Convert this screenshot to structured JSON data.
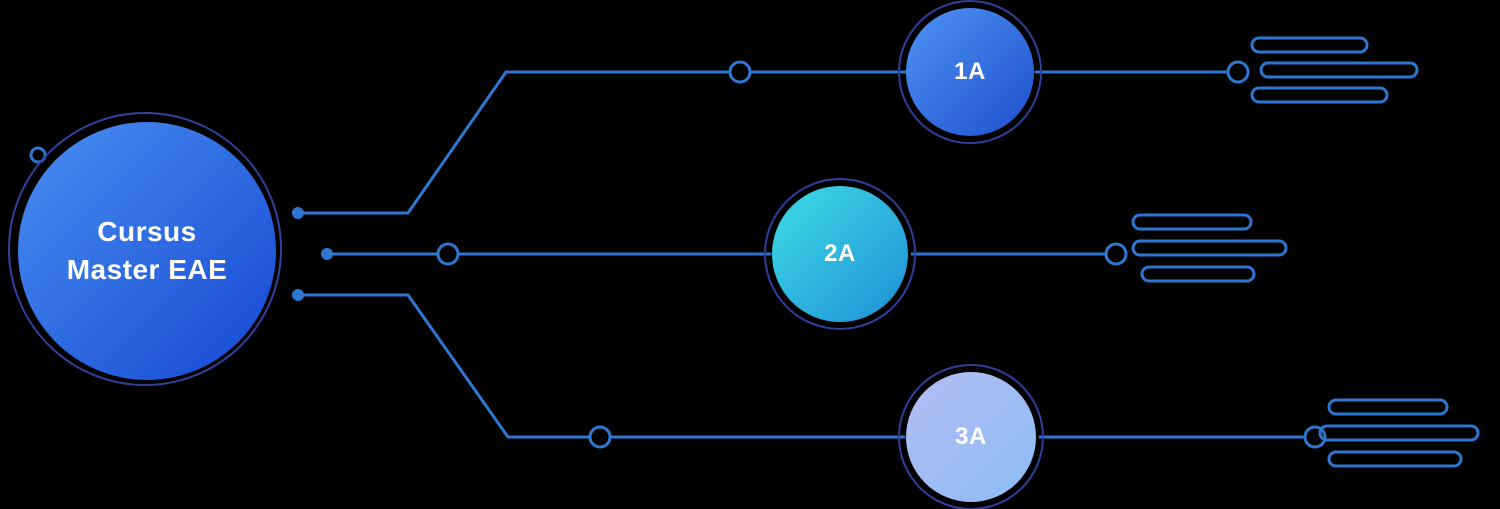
{
  "diagram": {
    "root_node": {
      "label": "Cursus Master EAE",
      "lines": [
        "Cursus",
        "Master EAE"
      ]
    },
    "nodes": [
      {
        "id": "node-1a",
        "label": "1A"
      },
      {
        "id": "node-2a",
        "label": "2A"
      },
      {
        "id": "node-3a",
        "label": "3A"
      }
    ],
    "colors": {
      "background": "#000000",
      "connector_line": "#2e77d1",
      "root_gradient_start": "#4a8ff2",
      "root_gradient_end": "#1548d2",
      "node_1a_gradient_start": "#4f93f2",
      "node_1a_gradient_end": "#1c50cf",
      "node_2a_gradient_start": "#3edce6",
      "node_2a_gradient_end": "#1e8fd6",
      "node_3a_gradient_start": "#b3bdf2",
      "node_3a_gradient_end": "#8cbdf6",
      "outline_ring": "#2e3f9e",
      "label_text": "#ffffff"
    },
    "placeholder_groups": 3,
    "placeholder_bars_per_group": 3
  }
}
